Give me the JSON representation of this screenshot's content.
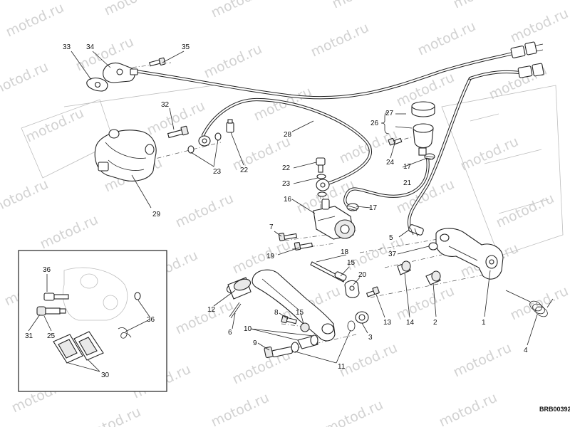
{
  "watermark": "motod.ru",
  "drawing_code": "BRB00392",
  "callouts": {
    "c1": "1",
    "c2": "2",
    "c3": "3",
    "c4": "4",
    "c5": "5",
    "c6": "6",
    "c7": "7",
    "c8": "8",
    "c9": "9",
    "c10": "10",
    "c11": "11",
    "c12": "12",
    "c13": "13",
    "c14": "14",
    "c15a": "15",
    "c15b": "15",
    "c16": "16",
    "c17a": "17",
    "c17b": "17",
    "c18": "18",
    "c19": "19",
    "c20": "20",
    "c21": "21",
    "c22a": "22",
    "c22b": "22",
    "c23a": "23",
    "c23b": "23",
    "c24": "24",
    "c25": "25",
    "c26": "26",
    "c27": "27",
    "c28": "28",
    "c29": "29",
    "c30": "30",
    "c31": "31",
    "c32": "32",
    "c33": "33",
    "c34": "34",
    "c35": "35",
    "c36a": "36",
    "c36b": "36",
    "c37": "37"
  }
}
